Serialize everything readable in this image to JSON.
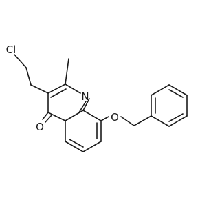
{
  "molecule": {
    "atoms": {
      "chlorine": "Cl",
      "ring_nitrogen": "N",
      "carbonyl_oxygen": "O",
      "ether_oxygen": "O"
    },
    "colors": {
      "bond": "#1a1a1a",
      "label": "#1a1a1a",
      "background": "#ffffff"
    }
  }
}
